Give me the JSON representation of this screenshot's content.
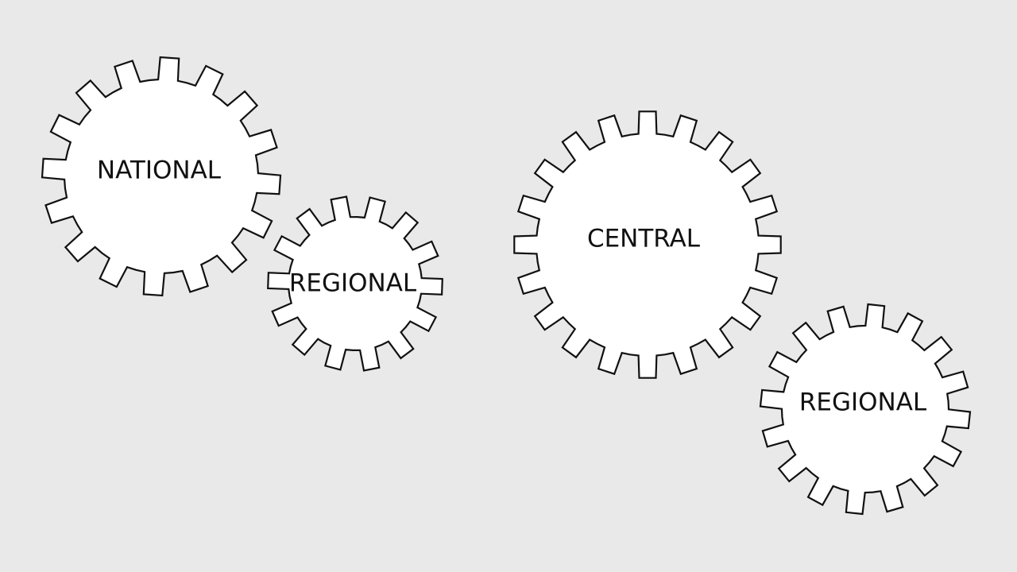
{
  "diagram": {
    "gears": [
      {
        "id": "national",
        "label": "NATIONAL"
      },
      {
        "id": "regional-1",
        "label": "REGIONAL"
      },
      {
        "id": "central",
        "label": "CENTRAL"
      },
      {
        "id": "regional-2",
        "label": "REGIONAL"
      }
    ]
  },
  "colors": {
    "background": "#e9e9e9",
    "gear_fill": "#ffffff",
    "gear_stroke": "#111111",
    "label": "#111111"
  }
}
